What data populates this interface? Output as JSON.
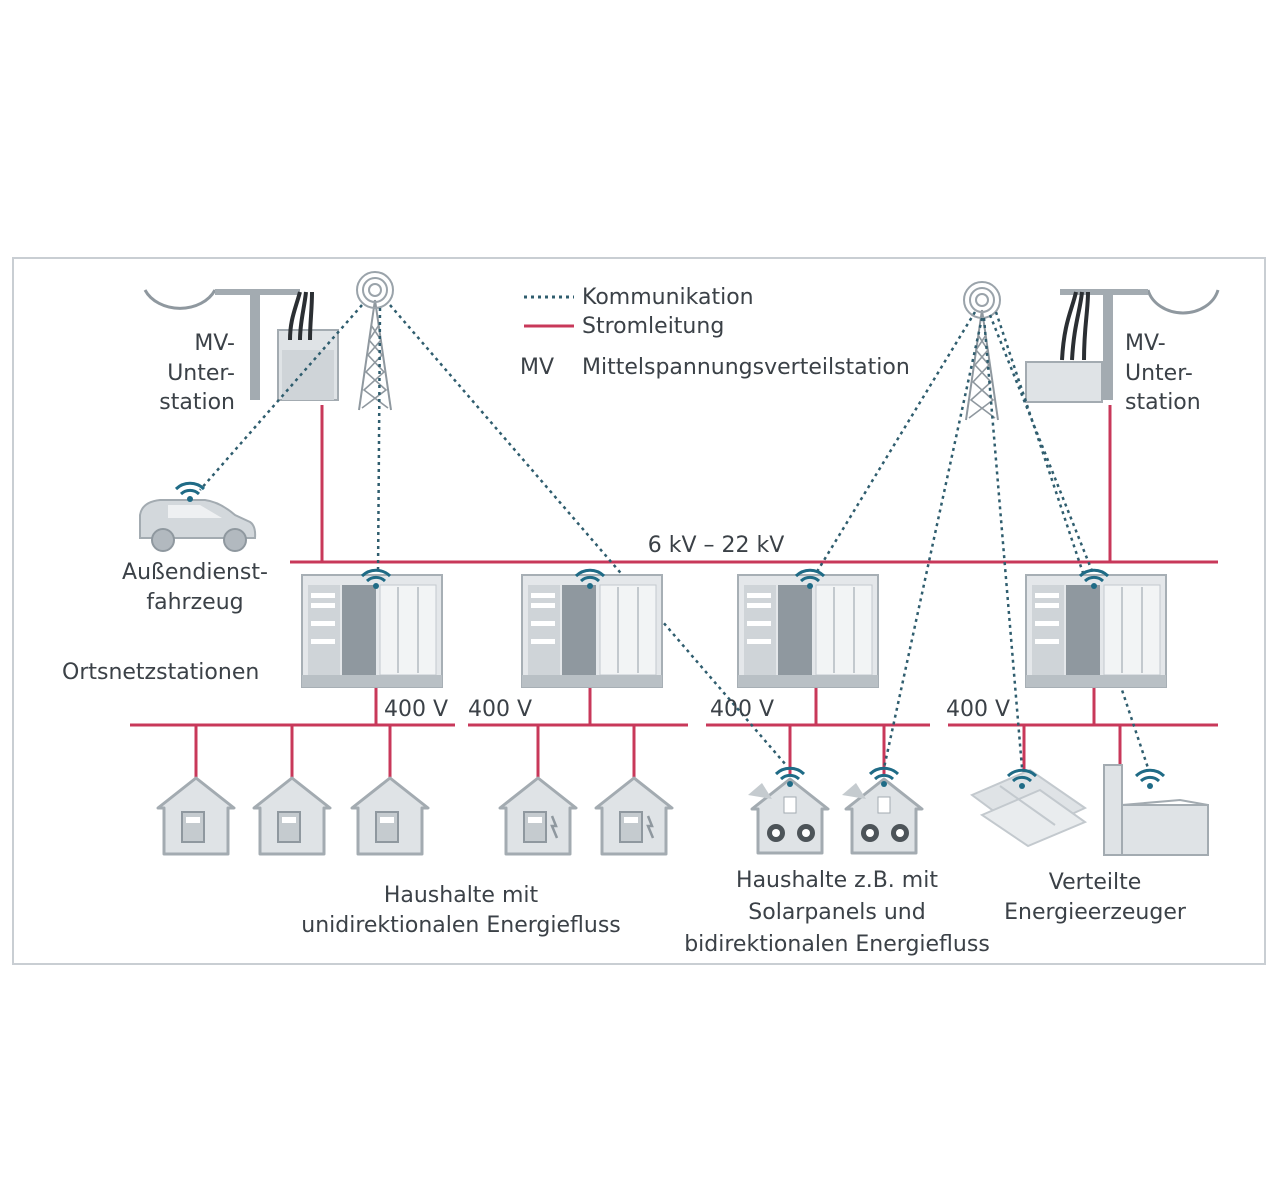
{
  "legend": {
    "communication": "Kommunikation",
    "power_line": "Stromleitung",
    "mv_abbr": "MV",
    "mv_full": "Mittelspannungsverteilstation"
  },
  "substation_left": {
    "line1": "MV-",
    "line2": "Unter-",
    "line3": "station"
  },
  "substation_right": {
    "line1": "MV-",
    "line2": "Unter-",
    "line3": "station"
  },
  "vehicle": {
    "line1": "Außendienst-",
    "line2": "fahrzeug"
  },
  "mv_bus": {
    "label": "6 kV – 22 kV"
  },
  "local_stations": {
    "label": "Ortsnetzstationen"
  },
  "lv_labels": [
    "400 V",
    "400 V",
    "400 V",
    "400 V"
  ],
  "groups": {
    "unidirectional": {
      "line1": "Haushalte mit",
      "line2": "unidirektionalen Energiefluss"
    },
    "bidirectional": {
      "line1": "Haushalte z.B. mit",
      "line2": "Solarpanels und",
      "line3": "bidirektionalen Energiefluss"
    },
    "generators": {
      "line1": "Verteilte",
      "line2": "Energieerzeuger"
    }
  },
  "colors": {
    "power": "#c8385a",
    "communication": "#2f5d6e",
    "icon_fill": "#dfe3e6",
    "icon_stroke": "#9aa3aa",
    "icon_dark": "#8f989f",
    "text": "#3b4147",
    "wifi": "#1f6b86"
  },
  "icons": [
    "tower-icon",
    "substation-icon",
    "car-icon",
    "house-icon",
    "solar-panel-icon",
    "factory-icon",
    "wifi-icon",
    "station-cabinet-icon"
  ]
}
